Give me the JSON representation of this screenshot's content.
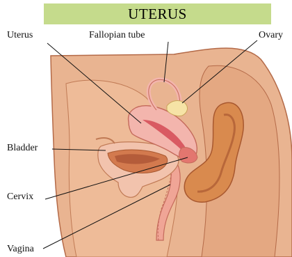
{
  "title": "UTERUS",
  "labels": {
    "uterus": "Uterus",
    "fallopian_tube": "Fallopian tube",
    "ovary": "Ovary",
    "bladder": "Bladder",
    "cervix": "Cervix",
    "vagina": "Vagina"
  },
  "colors": {
    "title_bg": "#c5db8c",
    "skin": "#e9b491",
    "skin_dark": "#d9946c",
    "outline": "#b46a48",
    "uterus": "#f3b5ad",
    "uterus_inner": "#d95a62",
    "bladder": "#f2c3ad",
    "bladder_wall": "#d37a4e",
    "rectum": "#d98a4e",
    "ovary": "#f6e3a6"
  }
}
